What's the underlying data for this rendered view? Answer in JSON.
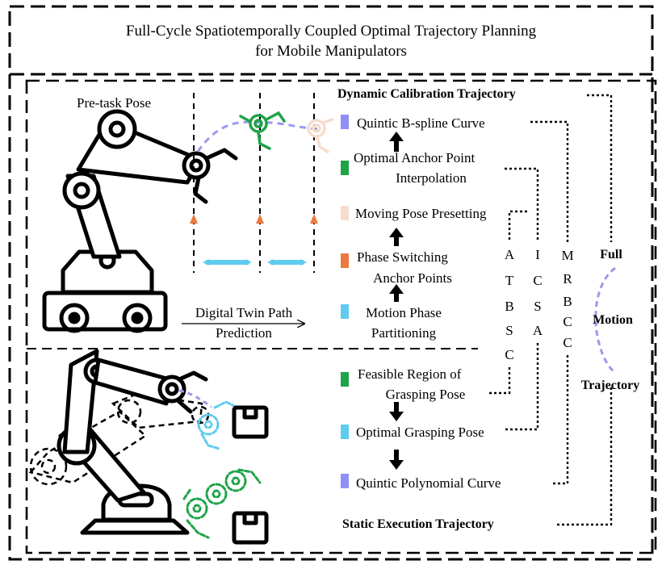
{
  "title": {
    "line1": "Full-Cycle Spatiotemporally Coupled Optimal Trajectory Planning",
    "line2": "for Mobile Manipulators"
  },
  "robot": {
    "pre_task_label": "Pre-task Pose"
  },
  "prediction": {
    "line1": "Digital Twin Path",
    "line2": "Prediction"
  },
  "headers": {
    "dynamic": "Dynamic Calibration Trajectory",
    "static": "Static Execution Trajectory"
  },
  "steps": {
    "s1": "Quintic B-spline Curve",
    "s2_line1": "Optimal Anchor Point",
    "s2_line2": "Interpolation",
    "s3": "Moving Pose Presetting",
    "s4_line1": "Phase Switching",
    "s4_line2": "Anchor Points",
    "s5_line1": "Motion Phase",
    "s5_line2": "Partitioning",
    "s6_line1": "Feasible Region of",
    "s6_line2": "Grasping Pose",
    "s7": "Optimal Grasping Pose",
    "s8": "Quintic Polynomial Curve"
  },
  "algorithms": {
    "atbsc": [
      "A",
      "T",
      "B",
      "S",
      "C"
    ],
    "icsa": [
      "I",
      "C",
      "S",
      "A"
    ],
    "mrbcc": [
      "M",
      "R",
      "B",
      "C",
      "C"
    ]
  },
  "full_motion": {
    "w1": "Full",
    "w2": "Motion",
    "w3": "Trajectory"
  },
  "colors": {
    "blue": "#8f8ff5",
    "green": "#1fa349",
    "peach": "#f6dccd",
    "orange": "#ea7a3d",
    "cyan": "#5fcbef",
    "arc": "#9a9aee",
    "black": "#000000"
  }
}
